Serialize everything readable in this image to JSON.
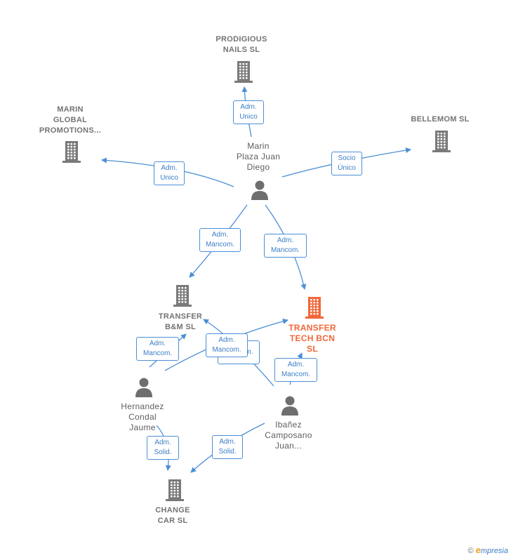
{
  "colors": {
    "edge": "#4b8fd6",
    "company": "#7a7a7a",
    "focus": "#f2673a",
    "person": "#6e6e6e"
  },
  "nodes": [
    {
      "id": "prodigious",
      "kind": "company",
      "lines": [
        "PRODIGIOUS",
        "NAILS  SL"
      ]
    },
    {
      "id": "marin_global",
      "kind": "company",
      "lines": [
        "MARIN",
        "GLOBAL",
        "PROMOTIONS..."
      ]
    },
    {
      "id": "bellemom",
      "kind": "company",
      "lines": [
        "BELLEMOM  SL"
      ]
    },
    {
      "id": "marin_plaza",
      "kind": "person",
      "lines": [
        "Marin",
        "Plaza Juan",
        "Diego"
      ]
    },
    {
      "id": "transfer_bm",
      "kind": "company",
      "lines": [
        "TRANSFER",
        "B&M  SL"
      ]
    },
    {
      "id": "transfer_tech",
      "kind": "focus",
      "lines": [
        "TRANSFER",
        "TECH BCN",
        "SL"
      ]
    },
    {
      "id": "hernandez",
      "kind": "person",
      "lines": [
        "Hernandez",
        "Condal",
        "Jaume"
      ]
    },
    {
      "id": "ibanez",
      "kind": "person",
      "lines": [
        "Ibañez",
        "Camposano",
        "Juan..."
      ]
    },
    {
      "id": "change_car",
      "kind": "company",
      "lines": [
        "CHANGE",
        "CAR  SL"
      ]
    }
  ],
  "edge_labels": [
    {
      "id": "e1",
      "lines": [
        "Adm.",
        "Unico"
      ]
    },
    {
      "id": "e2",
      "lines": [
        "Adm.",
        "Unico"
      ]
    },
    {
      "id": "e3",
      "lines": [
        "Socio",
        "Único"
      ]
    },
    {
      "id": "e4",
      "lines": [
        "Adm.",
        "Mancom."
      ]
    },
    {
      "id": "e5",
      "lines": [
        "Adm.",
        "Mancom."
      ]
    },
    {
      "id": "e6",
      "lines": [
        "Adm.",
        "Mancom."
      ]
    },
    {
      "id": "e7",
      "lines": [
        "Mancom."
      ]
    },
    {
      "id": "e8",
      "lines": [
        "Adm.",
        "Mancom."
      ]
    },
    {
      "id": "e9",
      "lines": [
        "Adm.",
        "Mancom."
      ]
    },
    {
      "id": "e10",
      "lines": [
        "Adm.",
        "Solid."
      ]
    },
    {
      "id": "e11",
      "lines": [
        "Adm.",
        "Solid."
      ]
    }
  ],
  "brand": {
    "copyright": "©",
    "first_letter": "e",
    "rest": "mpresia"
  }
}
